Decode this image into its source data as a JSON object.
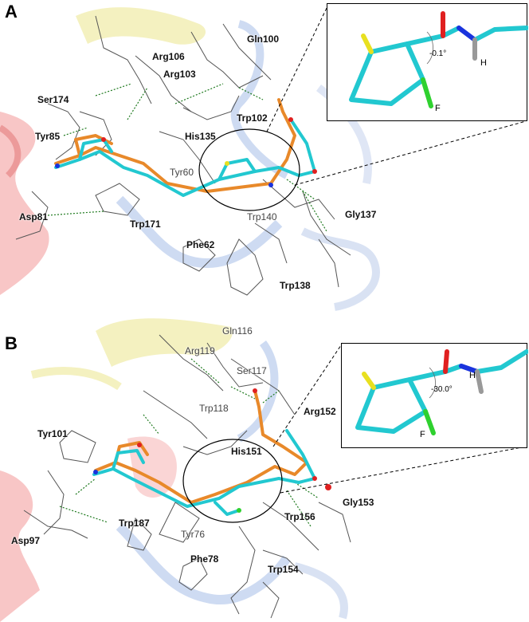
{
  "panel_a": {
    "letter": "A",
    "residues": {
      "gln100": "Gln100",
      "arg106": "Arg106",
      "arg103": "Arg103",
      "ser174": "Ser174",
      "tyr85": "Tyr85",
      "trp102": "Trp102",
      "his135": "His135",
      "tyr60": "Tyr60",
      "asp81": "Asp81",
      "trp171": "Trp171",
      "trp140": "Trp140",
      "gly137": "Gly137",
      "phe62": "Phe62",
      "trp138": "Trp138"
    },
    "inset": {
      "angle": "-0.1°",
      "atom_h": "H",
      "atom_f": "F"
    }
  },
  "panel_b": {
    "letter": "B",
    "residues": {
      "gln116": "Gln116",
      "arg119": "Arg119",
      "ser117": "Ser117",
      "trp118": "Trp118",
      "arg152": "Arg152",
      "tyr101": "Tyr101",
      "his151": "His151",
      "gly153": "Gly153",
      "trp156": "Trp156",
      "trp187": "Trp187",
      "tyr76": "Tyr76",
      "asp97": "Asp97",
      "phe78": "Phe78",
      "trp154": "Trp154"
    },
    "inset": {
      "angle": "-30.0°",
      "atom_h": "H",
      "atom_f": "F"
    }
  },
  "colors": {
    "ligand_cyan": "#22c8d0",
    "ligand_orange": "#e8892a",
    "helix_red": "#f29a9a",
    "sheet_yellow": "#eeeaa0",
    "loop_blue": "#a9bfe6",
    "hbond_green": "#1f7a1f",
    "oxygen_red": "#e02020",
    "nitrogen_blue": "#1a33dd",
    "sulfur_yellow": "#e8e020",
    "fluorine_green": "#2fd12f"
  }
}
